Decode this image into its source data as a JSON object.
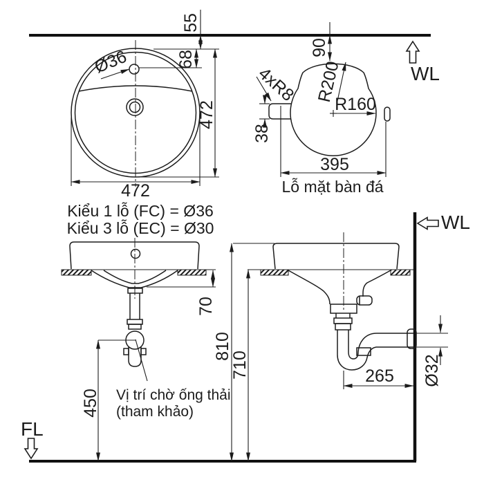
{
  "drawing": {
    "kind": "sink installation diagram",
    "views": {
      "top_view": {
        "faucet_hole_label": "Ø36",
        "dims": {
          "wall_offset": "55",
          "hole_offset": "68",
          "height": "472",
          "width": "472"
        },
        "notes": [
          "Kiểu 1 lỗ (FC) = Ø36",
          "Kiểu 3 lỗ (EC) = Ø30"
        ]
      },
      "cutout_view": {
        "caption": "Lỗ mặt bàn đá",
        "dims": {
          "wall_offset": "90",
          "radius_top": "R200",
          "radius_main": "R160",
          "corner_radius": "4xR8",
          "tab_height": "38",
          "width": "395"
        },
        "water_line_label": "WL"
      },
      "front_view": {
        "dims": {
          "basin_depth": "70",
          "drain_height": "450"
        },
        "drain_note": [
          "Vị trí chờ ống thải",
          "(tham khảo)"
        ],
        "floor_line_label": "FL"
      },
      "side_view": {
        "dims": {
          "rim_height": "810",
          "counter_height": "710",
          "trap_offset": "265",
          "pipe_diameter": "Ø32"
        },
        "water_line_label": "WL"
      }
    },
    "colors": {
      "ink": "#1c1c1c",
      "background": "#ffffff"
    }
  }
}
